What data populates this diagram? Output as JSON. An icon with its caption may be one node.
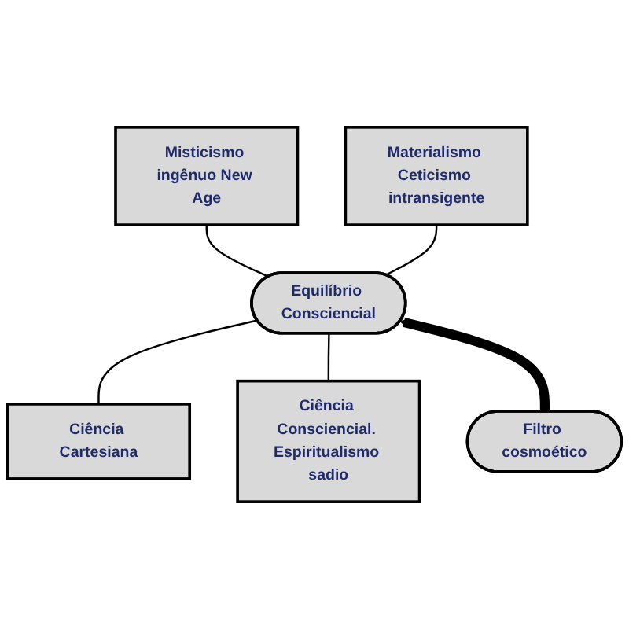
{
  "diagram": {
    "nodes": [
      {
        "text": [
          "Misticismo ingênuo New Age"
        ]
      },
      {
        "text": [
          "Materialismo Ceticismo intransigente"
        ]
      },
      {
        "text": [
          "Equilíbrio Consciencial"
        ]
      },
      {
        "text": [
          "Ciência Cartesiana"
        ]
      },
      {
        "text": [
          "Ciência Consciencial. Espiritualismo sadio"
        ]
      },
      {
        "text": [
          "Filtro cosmoético"
        ]
      }
    ],
    "edges": [
      {
        "from": 0,
        "to": 2,
        "arrow": "none"
      },
      {
        "from": 1,
        "to": 2,
        "arrow": "none"
      },
      {
        "from": 3,
        "to": 2,
        "arrow": "none"
      },
      {
        "from": 4,
        "to": 2,
        "arrow": "none"
      },
      {
        "from": 5,
        "to": 2,
        "arrow": "to",
        "style": "thick"
      }
    ]
  }
}
